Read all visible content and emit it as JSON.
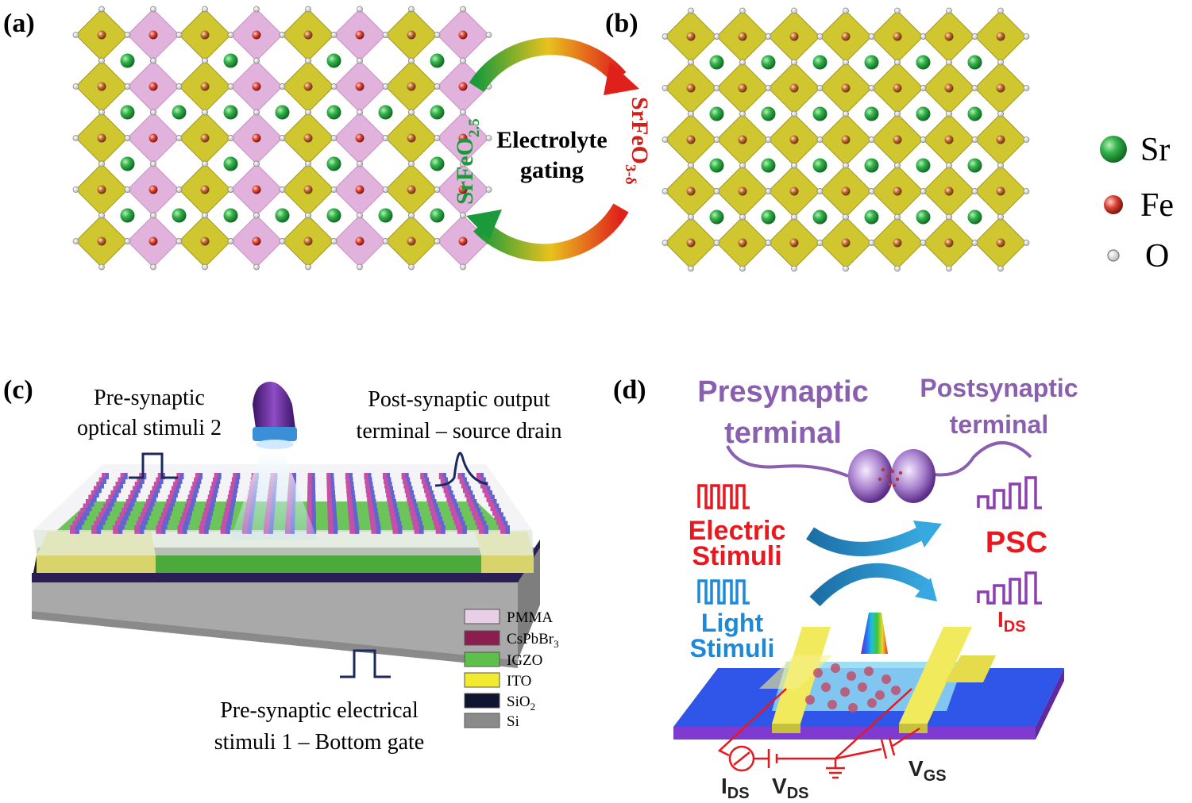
{
  "panels": {
    "a": {
      "label": "(a)"
    },
    "b": {
      "label": "(b)"
    },
    "c": {
      "label": "(c)"
    },
    "d": {
      "label": "(d)"
    }
  },
  "cycle": {
    "center_line1": "Electrolyte",
    "center_line2": "gating",
    "left_formula": "SrFeO",
    "left_sub": "2.5",
    "right_formula": "SrFeO",
    "right_sub": "3-δ"
  },
  "legend_ab": [
    {
      "label": "Sr",
      "color": "#2ea84a"
    },
    {
      "label": "Fe",
      "color": "#d9453b"
    },
    {
      "label": "O",
      "color": "#ffffff"
    }
  ],
  "panel_c": {
    "optical_line1": "Pre-synaptic",
    "optical_line2": "optical stimuli 2",
    "output_line1": "Post-synaptic output",
    "output_line2": "terminal – source drain",
    "electrical_line1": "Pre-synaptic electrical",
    "electrical_line2": "stimuli 1 – Bottom gate",
    "layers": [
      {
        "name": "PMMA",
        "sub": "",
        "color": "#e9cfe6"
      },
      {
        "name": "CsPbBr",
        "sub": "3",
        "color": "#8b1d4f"
      },
      {
        "name": "IGZO",
        "sub": "",
        "color": "#5cc04a"
      },
      {
        "name": "ITO",
        "sub": "",
        "color": "#f2ea2e"
      },
      {
        "name": "SiO",
        "sub": "2",
        "color": "#0f1430"
      },
      {
        "name": "Si",
        "sub": "",
        "color": "#8a8a8a"
      }
    ]
  },
  "panel_d": {
    "pre_line1": "Presynaptic",
    "pre_line2": "terminal",
    "post_line1": "Postsynaptic",
    "post_line2": "terminal",
    "electric_line1": "Electric",
    "electric_line2": "Stimuli",
    "light_line1": "Light",
    "light_line2": "Stimuli",
    "psc": "PSC",
    "ids_main": "I",
    "ids_sub": "DS",
    "circuit_ids_main": "I",
    "circuit_ids_sub": "DS",
    "vds_main": "V",
    "vds_sub": "DS",
    "vgs_main": "V",
    "vgs_sub": "GS",
    "colors": {
      "pre": "#8b5fb0",
      "electric": "#e8181e",
      "light": "#1c8ad8",
      "psc": "#e8181e"
    }
  }
}
